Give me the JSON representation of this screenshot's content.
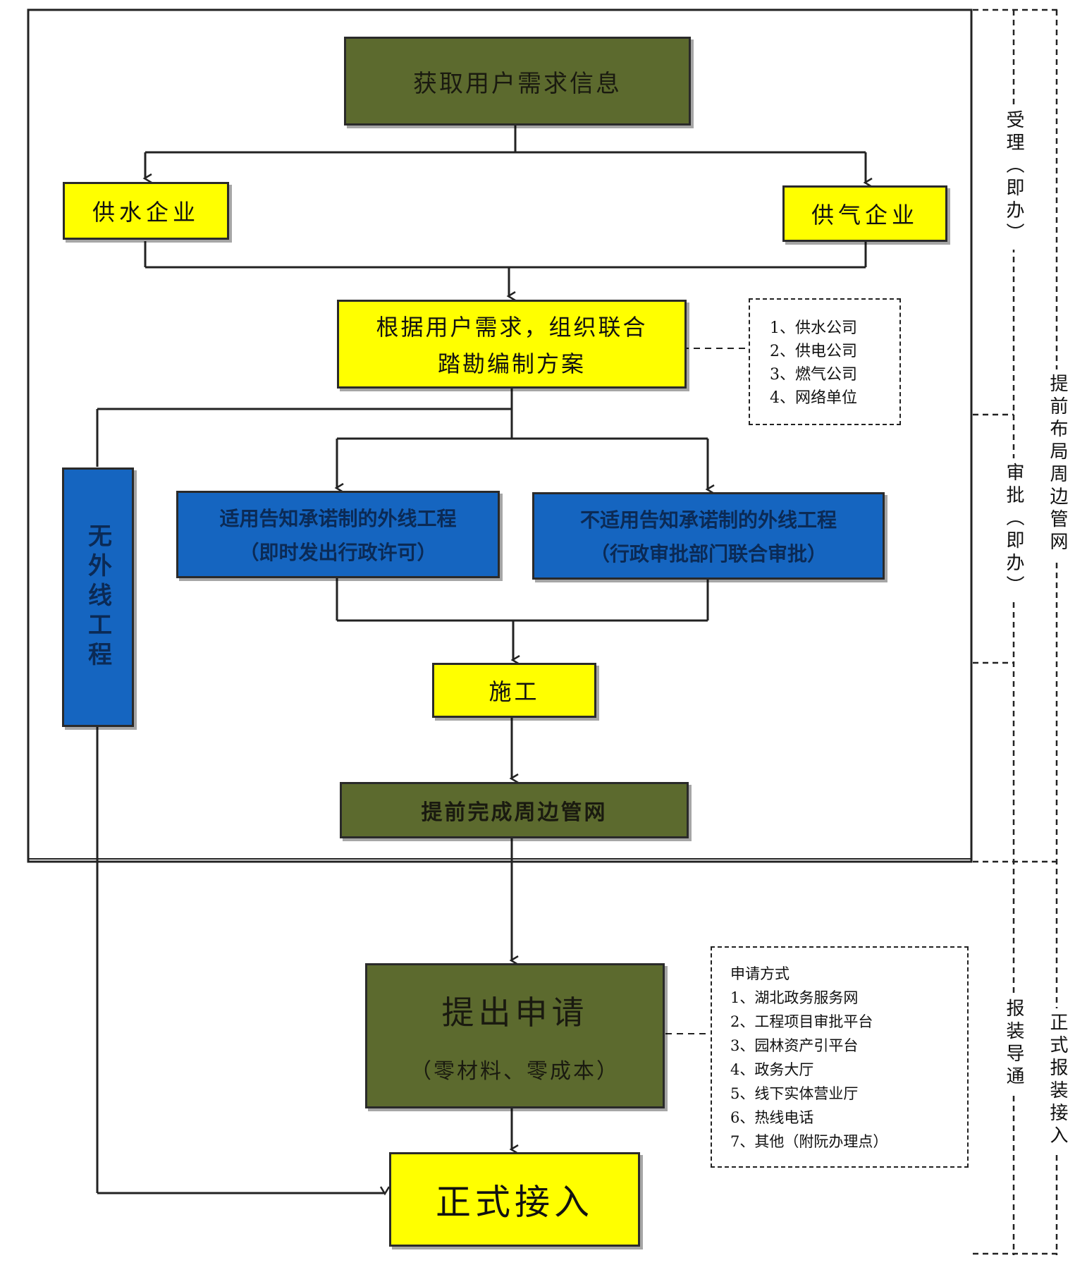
{
  "nodes": {
    "get_info": "获取用户需求信息",
    "water": "供水企业",
    "gas": "供气企业",
    "plan_line1": "根据用户需求，组织联合",
    "plan_line2": "踏勘编制方案",
    "no_outline": "无外线工程",
    "notify_line1": "适用告知承诺制的外线工程",
    "notify_line2": "（即时发出行政许可）",
    "no_notify_line1": "不适用告知承诺制的外线工程",
    "no_notify_line2": "（行政审批部门联合审批）",
    "construct": "施工",
    "advance": "提前完成周边管网",
    "apply_line1": "提出申请",
    "apply_line2": "（零材料、零成本）",
    "connect": "正式接入"
  },
  "note_survey": [
    "1、供水公司",
    "2、供电公司",
    "3、燃气公司",
    "4、网络单位"
  ],
  "note_apply": {
    "title": "申请方式",
    "items": [
      "1、湖北政务服务网",
      "2、工程项目审批平台",
      "3、园林资产引平台",
      "4、政务大厅",
      "5、线下实体营业厅",
      "6、热线电话",
      "7、其他（附阮办理点）"
    ]
  },
  "side_labels": {
    "accept": "受理（即办）",
    "review": "审批（即办）",
    "install": "报装导通",
    "advance_network": "提前布局周边管网",
    "formal_connect": "正式报装接入"
  },
  "colors": {
    "olive": "#5c6a2e",
    "yellow": "#ffff00",
    "blue": "#1565c0"
  }
}
